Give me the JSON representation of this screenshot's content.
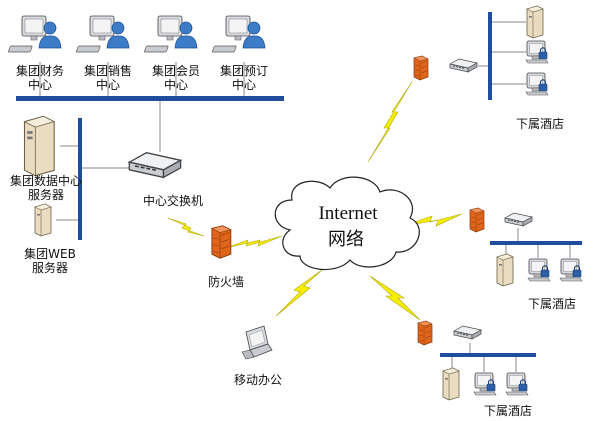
{
  "diagram": {
    "hq_terminals": [
      {
        "line1": "集团财务",
        "line2": "中心"
      },
      {
        "line1": "集团销售",
        "line2": "中心"
      },
      {
        "line1": "集团会员",
        "line2": "中心"
      },
      {
        "line1": "集团预订",
        "line2": "中心"
      }
    ],
    "data_center_server": {
      "line1": "集团数据中心",
      "line2": "服务器"
    },
    "web_server": {
      "line1": "集团WEB",
      "line2": "服务器"
    },
    "core_switch": "中心交换机",
    "firewall": "防火墙",
    "internet": {
      "line1": "Internet",
      "line2": "网络"
    },
    "mobile_office": "移动办公",
    "branches": [
      {
        "label": "下属酒店"
      },
      {
        "label": "下属酒店"
      },
      {
        "label": "下属酒店"
      }
    ]
  },
  "colors": {
    "bus": "#1f4f9c",
    "firewall": "#e0651a",
    "lightning": "#f5ee00",
    "user": "#3b7bc8"
  }
}
